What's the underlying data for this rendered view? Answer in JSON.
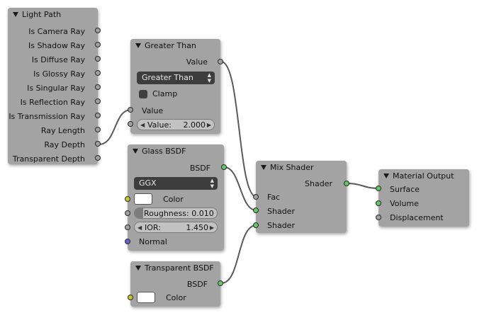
{
  "light_path": {
    "title": "Light Path",
    "outputs": [
      "Is Camera Ray",
      "Is Shadow Ray",
      "Is Diffuse Ray",
      "Is Glossy Ray",
      "Is Singular Ray",
      "Is Reflection Ray",
      "Is Transmission Ray",
      "Ray Length",
      "Ray Depth",
      "Transparent Depth"
    ]
  },
  "greater_than": {
    "title": "Greater Than",
    "output": "Value",
    "operation": "Greater Than",
    "clamp_label": "Clamp",
    "input_label": "Value",
    "value_label": "Value:",
    "value": "2.000"
  },
  "glass_bsdf": {
    "title": "Glass BSDF",
    "output": "BSDF",
    "distribution": "GGX",
    "color_label": "Color",
    "roughness_label": "Roughness:",
    "roughness": "0.010",
    "roughness_fraction": 0.1,
    "ior_label": "IOR:",
    "ior": "1.450",
    "normal_label": "Normal"
  },
  "transparent_bsdf": {
    "title": "Transparent BSDF",
    "output": "BSDF",
    "color_label": "Color"
  },
  "mix_shader": {
    "title": "Mix Shader",
    "output": "Shader",
    "inputs": [
      "Fac",
      "Shader",
      "Shader"
    ]
  },
  "material_output": {
    "title": "Material Output",
    "inputs": [
      "Surface",
      "Volume",
      "Displacement"
    ]
  },
  "colors": {
    "node_bg": "#a3a3a3",
    "socket_shader": "#63c763",
    "socket_value": "#a1a1a1",
    "socket_color": "#c7c729",
    "socket_vector": "#6363c7",
    "wire": "#555555"
  }
}
